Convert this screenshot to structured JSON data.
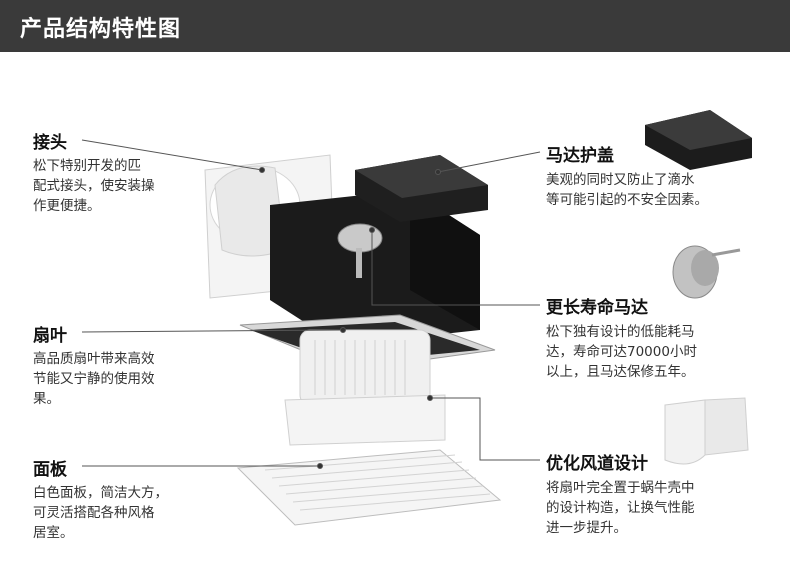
{
  "header": {
    "title": "产品结构特性图"
  },
  "features": {
    "connector": {
      "title": "接头",
      "desc": "松下特别开发的匹\n配式接头，使安装操\n作更便捷。"
    },
    "fan_blade": {
      "title": "扇叶",
      "desc": "高品质扇叶带来高效\n节能又宁静的使用效\n果。"
    },
    "panel": {
      "title": "面板",
      "desc": "白色面板，简洁大方，\n可灵活搭配各种风格\n居室。"
    },
    "motor_cover": {
      "title": "马达护盖",
      "desc": "美观的同时又防止了滴水\n等可能引起的不安全因素。"
    },
    "long_life_motor": {
      "title": "更长寿命马达",
      "desc": "松下独有设计的低能耗马\n达，寿命可达70000小时\n以上，且马达保修五年。"
    },
    "optimized_duct": {
      "title": "优化风道设计",
      "desc": "将扇叶完全置于蜗牛壳中\n的设计构造，让换气性能\n进一步提升。"
    }
  },
  "colors": {
    "header_bg": "#3a3a3a",
    "housing": "#1b1b1b",
    "white_parts": "#f2f2f2",
    "leader_line": "#555555"
  }
}
